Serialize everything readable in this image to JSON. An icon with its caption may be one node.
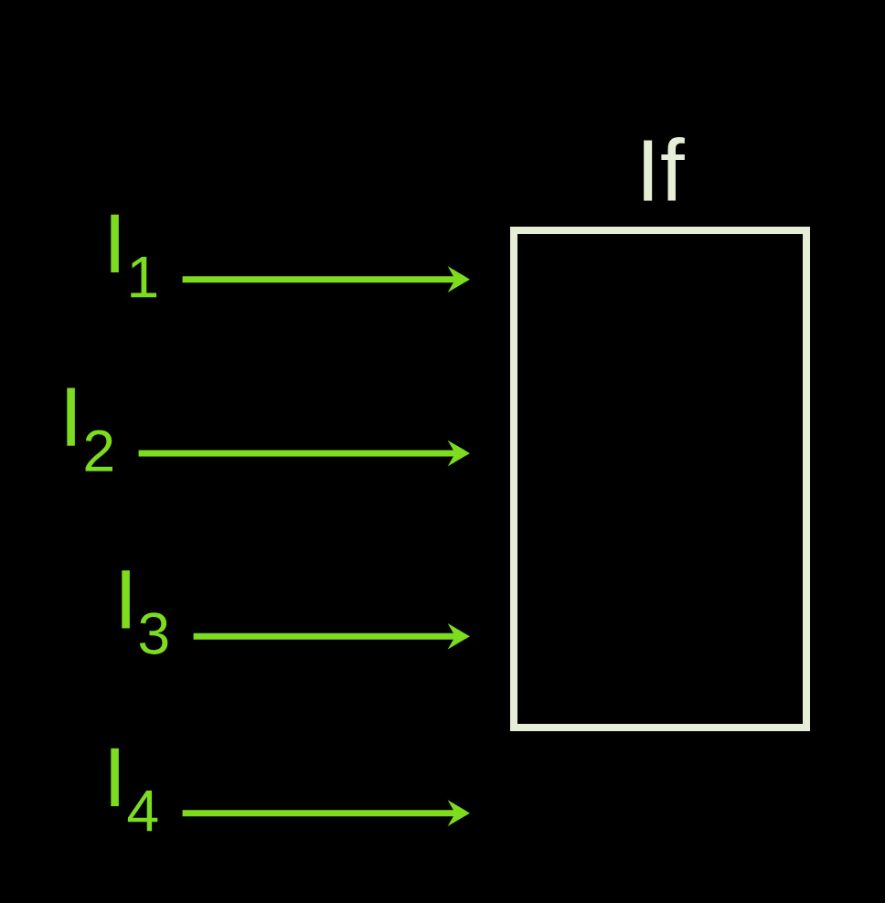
{
  "diagram": {
    "nodes": [
      {
        "text": [
          "If"
        ]
      },
      {
        "text": [
          "I$_{1}$"
        ]
      },
      {
        "text": [
          "I$_{2}$"
        ]
      },
      {
        "text": [
          "I$_{3}$"
        ]
      },
      {
        "text": [
          "I$_{4}$"
        ]
      }
    ],
    "edges": [
      {
        "from": 1,
        "to": 0,
        "arrow": "to"
      },
      {
        "from": 2,
        "to": 0,
        "arrow": "to"
      },
      {
        "from": 3,
        "to": 0,
        "arrow": "to"
      },
      {
        "from": 4,
        "to": 0,
        "arrow": "to"
      }
    ]
  }
}
